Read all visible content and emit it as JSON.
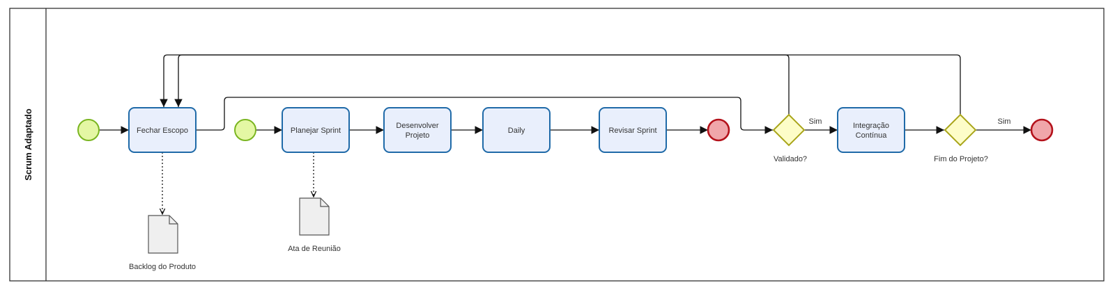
{
  "pool": {
    "label": "Scrum Adaptado"
  },
  "tasks": {
    "fechar_escopo": "Fechar Escopo",
    "planejar_sprint": "Planejar Sprint",
    "desenvolver_projeto_l1": "Desenvolver",
    "desenvolver_projeto_l2": "Projeto",
    "daily": "Daily",
    "revisar_sprint": "Revisar Sprint",
    "integracao_continua_l1": "Integração",
    "integracao_continua_l2": "Contínua"
  },
  "gateways": {
    "validado": "Validado?",
    "fim_do_projeto": "Fim do Projeto?"
  },
  "flow_labels": {
    "sim_1": "Sim",
    "sim_2": "Sim"
  },
  "artifacts": {
    "backlog_do_produto": "Backlog do Produto",
    "ata_de_reuniao": "Ata de Reunião"
  },
  "colors": {
    "task_fill": "#e9effc",
    "task_stroke": "#1f6aa8",
    "start_fill": "#e4f7a4",
    "start_stroke": "#7ab520",
    "end_fill": "#f0a6aa",
    "end_stroke": "#b4121b",
    "gateway_fill": "#fdfdc8",
    "gateway_stroke": "#a9a51a",
    "document_fill": "#efefef"
  }
}
